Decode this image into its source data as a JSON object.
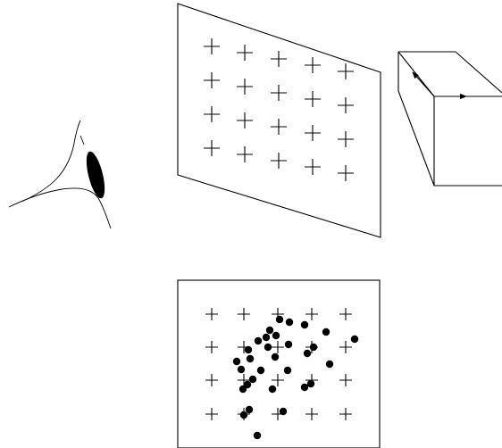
{
  "diagram": {
    "eye": {
      "icon": "eye-icon"
    },
    "perspective_grid": {
      "rows": 4,
      "cols": 5,
      "marker": "cross"
    },
    "cube": {
      "icon": "cube-with-axes-icon",
      "arrows": 2
    },
    "front_grid": {
      "rows": 4,
      "cols": 5,
      "marker": "cross",
      "scatter": {
        "count": 31,
        "marker": "filled-circle",
        "color": "#000000"
      }
    }
  }
}
